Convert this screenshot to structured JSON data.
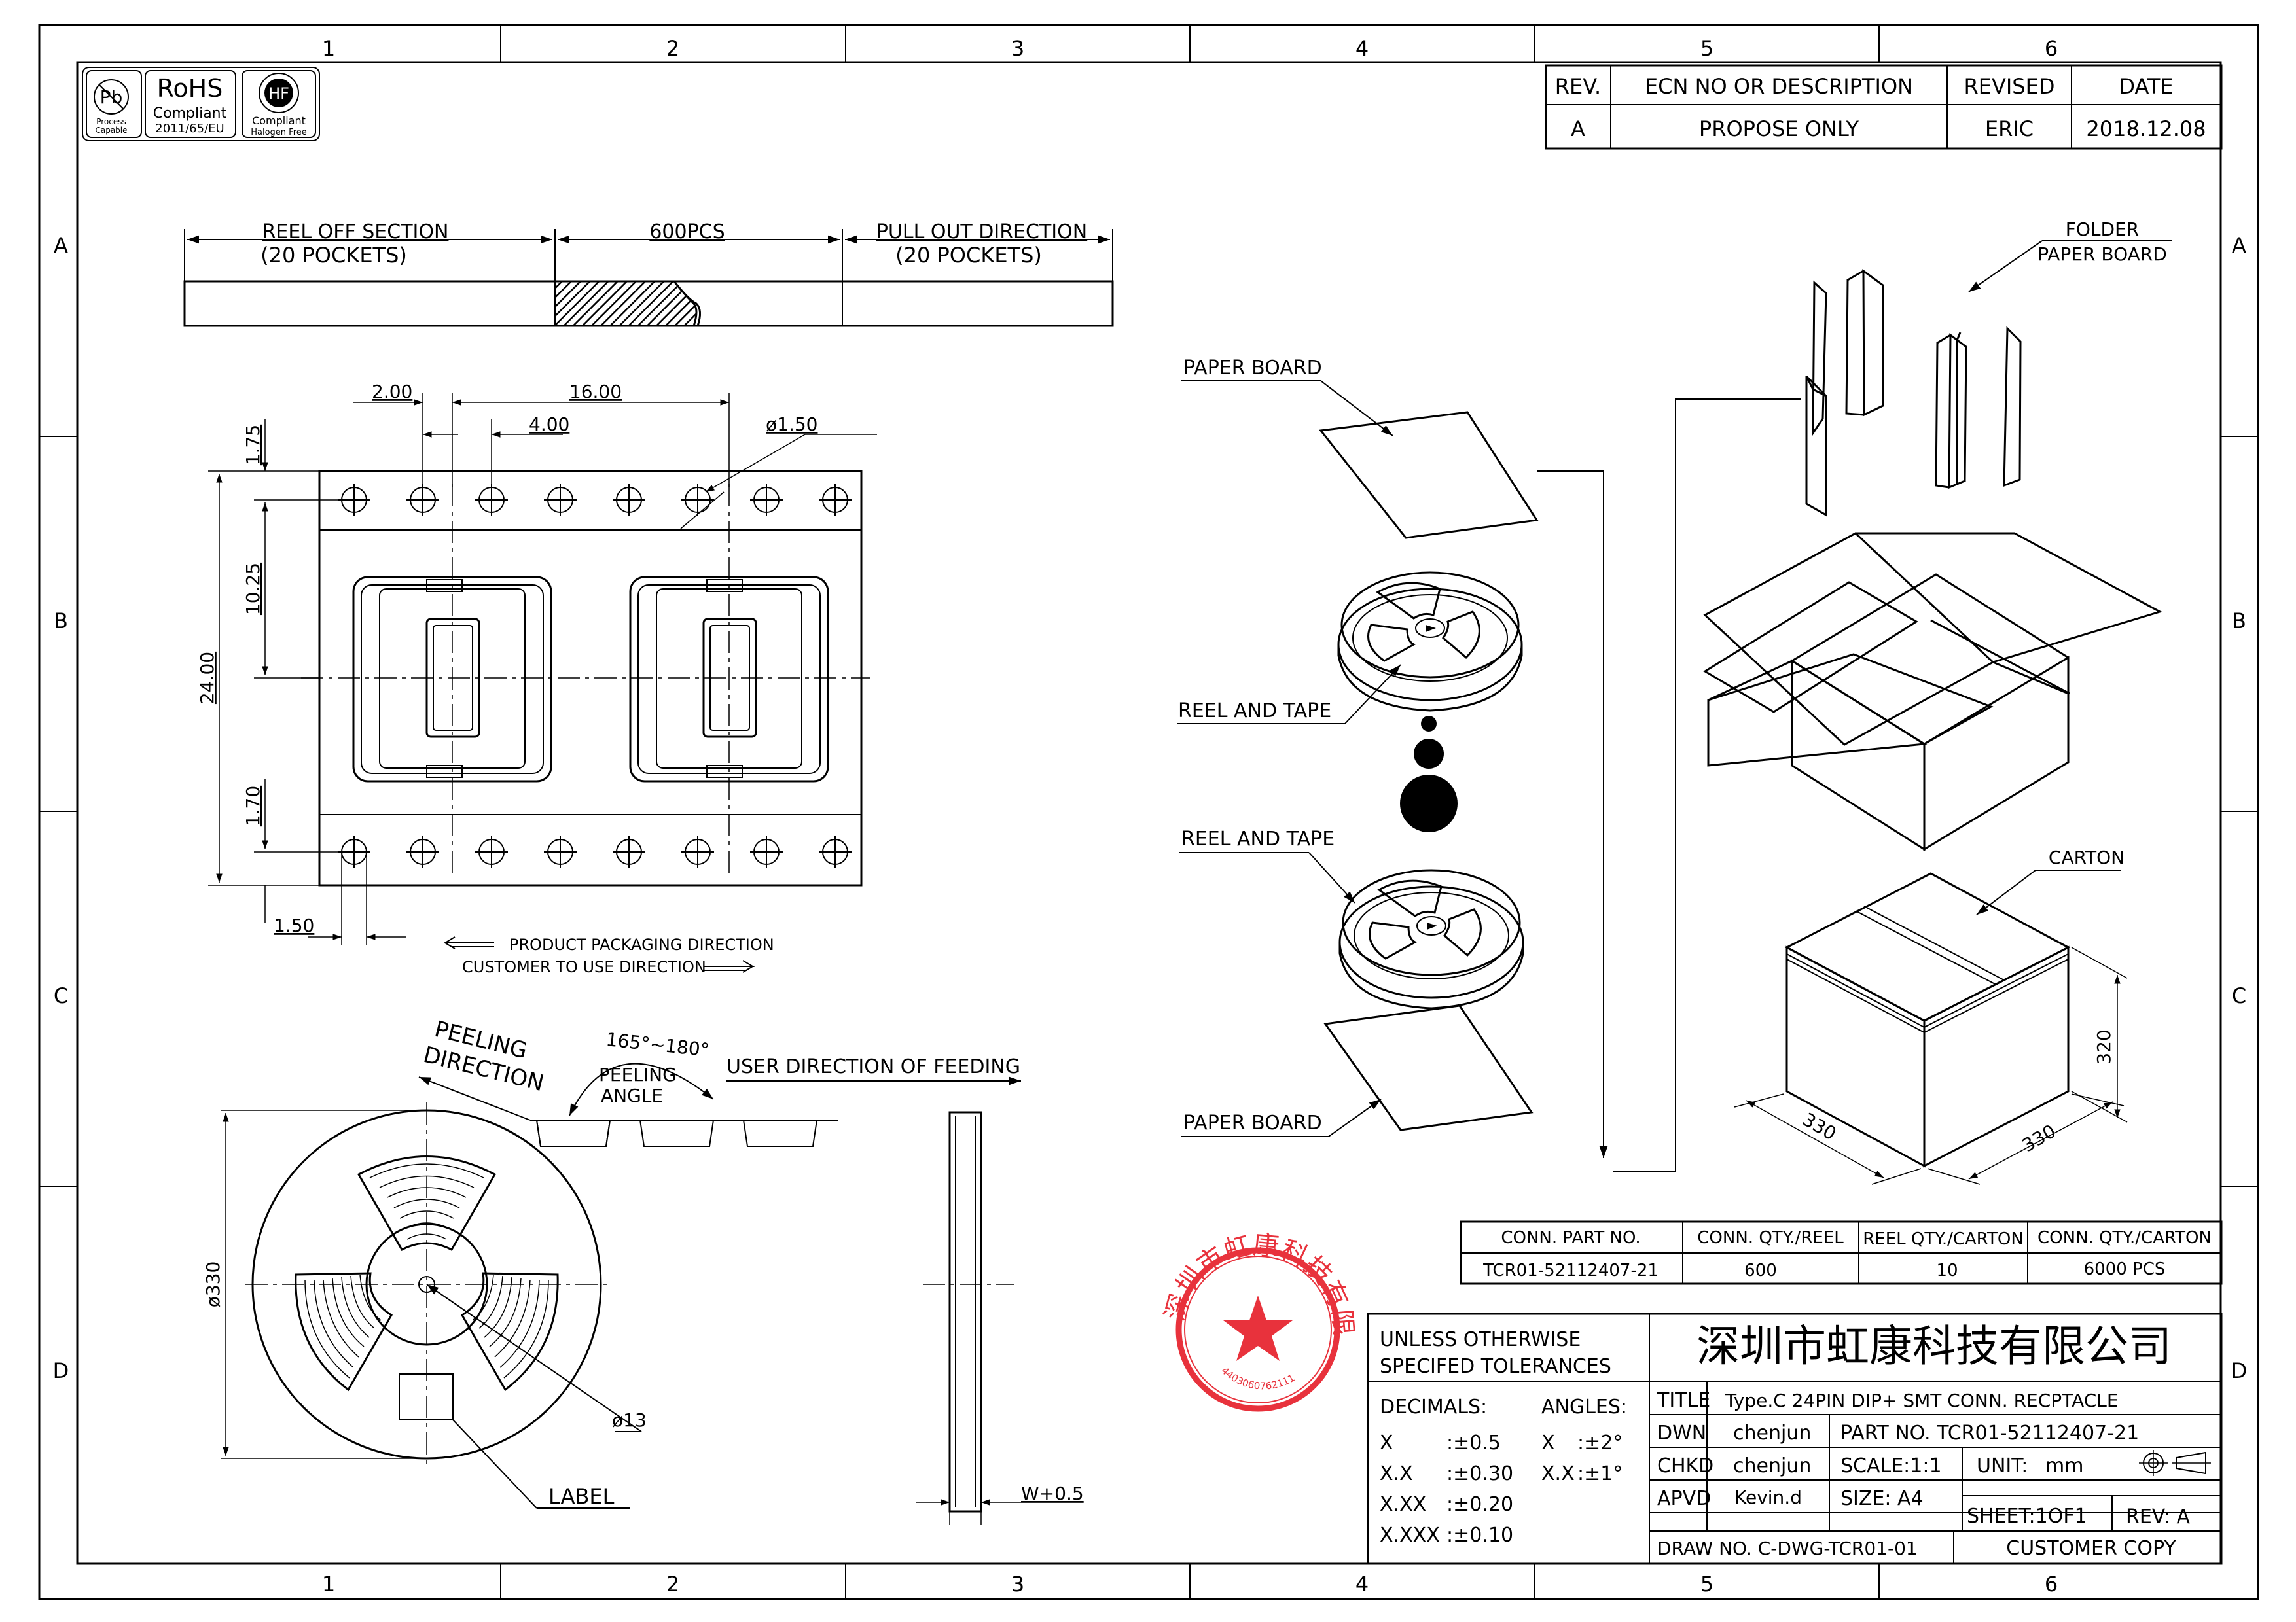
{
  "frame": {
    "zones_top": [
      "1",
      "2",
      "3",
      "4",
      "5",
      "6"
    ],
    "zones_bottom": [
      "1",
      "2",
      "3",
      "4",
      "5",
      "6"
    ],
    "zones_left": [
      "A",
      "B",
      "C",
      "D"
    ],
    "zones_right": [
      "A",
      "B",
      "C",
      "D"
    ]
  },
  "badges": {
    "pb": {
      "symbol": "Pb",
      "line1": "Process",
      "line2": "Capable"
    },
    "rohs": {
      "title": "RoHS",
      "line1": "Compliant",
      "line2": "2011/65/EU"
    },
    "halogen": {
      "symbol": "HF",
      "line1": "Compliant",
      "line2": "Halogen Free"
    }
  },
  "revision_table": {
    "headers": [
      "REV.",
      "ECN NO OR DESCRIPTION",
      "REVISED",
      "DATE"
    ],
    "row": [
      "A",
      "PROPOSE ONLY",
      "ERIC",
      "2018.12.08"
    ]
  },
  "reel_strip": {
    "section1_title": "REEL OFF SECTION",
    "section1_sub": "(20 POCKETS)",
    "section2_title": "600PCS",
    "section3_title": "PULL OUT DIRECTION",
    "section3_sub": "(20 POCKETS)"
  },
  "tape_dims": {
    "pitch_hole": "2.00",
    "pitch_pocket": "16.00",
    "pitch_sprocket": "4.00",
    "hole_dia": "ø1.50",
    "edge_top": "1.75",
    "center": "10.25",
    "width": "24.00",
    "edge_bottom": "1.70",
    "hole_bottom": "1.50"
  },
  "directions": {
    "product": "PRODUCT PACKAGING DIRECTION",
    "customer": "CUSTOMER TO USE DIRECTION"
  },
  "peel": {
    "peeling_dir_1": "PEELING",
    "peeling_dir_2": "DIRECTION",
    "angle_value": "165°~180°",
    "angle_label_1": "PEELING",
    "angle_label_2": "ANGLE",
    "feeding": "USER DIRECTION OF FEEDING"
  },
  "reel": {
    "diameter": "ø330",
    "hub": "ø13",
    "label": "LABEL",
    "width": "W+0.5"
  },
  "packaging": {
    "folder_1": "FOLDER",
    "folder_2": "PAPER BOARD",
    "paper_board_top": "PAPER BOARD",
    "reel_tape_1": "REEL AND TAPE",
    "reel_tape_2": "REEL AND TAPE",
    "paper_board_bottom": "PAPER BOARD",
    "carton": "CARTON",
    "carton_h": "320",
    "carton_w": "330",
    "carton_d": "330"
  },
  "qty_table": {
    "headers": [
      "CONN. PART NO.",
      "CONN. QTY./REEL",
      "REEL QTY./CARTON",
      "CONN. QTY./CARTON"
    ],
    "row": [
      "TCR01-52112407-21",
      "600",
      "10",
      "6000 PCS"
    ]
  },
  "stamp": {
    "ring_text": "深圳市虹康科技有限公司",
    "code": "4403060762111"
  },
  "title_block": {
    "tolerance_1": "UNLESS OTHERWISE",
    "tolerance_2": "SPECIFED TOLERANCES",
    "decimals_label": "DECIMALS:",
    "angles_label": "ANGLES:",
    "dec_rows": [
      {
        "key": "X",
        "val": ":±0.5"
      },
      {
        "key": "X.X",
        "val": ":±0.30"
      },
      {
        "key": "X.XX",
        "val": ":±0.20"
      },
      {
        "key": "X.XXX",
        "val": ":±0.10"
      }
    ],
    "ang_rows": [
      {
        "key": "X",
        "val": ":±2°"
      },
      {
        "key": "X.X",
        "val": ":±1°"
      }
    ],
    "company": "深圳市虹康科技有限公司",
    "title_label": "TITLE",
    "title_value": "Type.C 24PIN DIP+ SMT   CONN. RECPTACLE",
    "dwn_label": "DWN",
    "dwn_name": "chenjun",
    "part_no": "PART NO. TCR01-52112407-21",
    "chkd_label": "CHKD",
    "chkd_name": "chenjun",
    "scale": "SCALE:1:1",
    "unit_label": "UNIT:",
    "unit_value": "mm",
    "apvd_label": "APVD",
    "apvd_name": "Kevin.d",
    "size": "SIZE: A4",
    "sheet": "SHEET:1OF1",
    "rev": "REV: A",
    "drawing_no": "DRAW NO. C-DWG-TCR01-01",
    "copy": "CUSTOMER COPY"
  },
  "colors": {
    "line": "#000000",
    "stamp": "#e8323c",
    "paper": "#ffffff"
  }
}
